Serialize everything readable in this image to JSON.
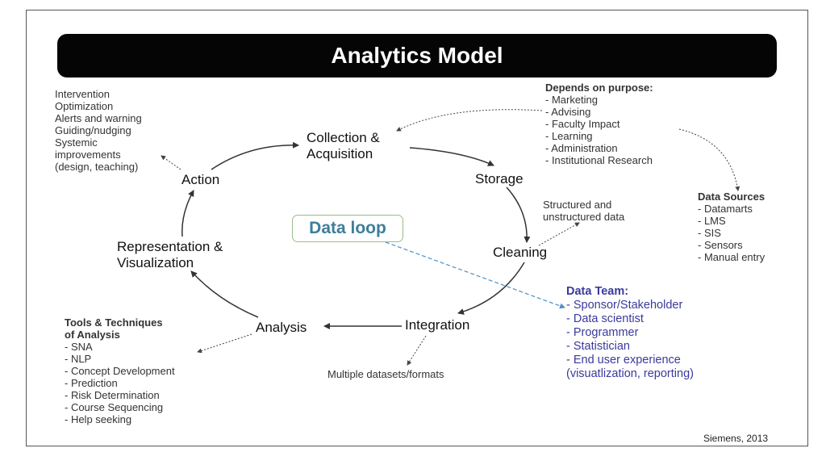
{
  "title": "Analytics Model",
  "cycle": {
    "collection": "Collection &",
    "acquisition": "Acquisition",
    "storage": "Storage",
    "cleaning": "Cleaning",
    "integration": "Integration",
    "analysis": "Analysis",
    "representation": "Representation &",
    "visualization": "Visualization",
    "action": "Action"
  },
  "center_label": "Data loop",
  "action_outcomes": [
    "Intervention",
    "Optimization",
    "Alerts and warning",
    "Guiding/nudging",
    "Systemic",
    "improvements",
    "(design, teaching)"
  ],
  "purpose": {
    "heading": "Depends on purpose:",
    "items": [
      "- Marketing",
      "- Advising",
      "- Faculty Impact",
      "- Learning",
      "- Administration",
      "- Institutional Research"
    ]
  },
  "data_sources": {
    "heading": "Data Sources",
    "items": [
      "- Datamarts",
      "- LMS",
      "- SIS",
      "- Sensors",
      "- Manual entry"
    ]
  },
  "cleaning_note": [
    "Structured and",
    "unstructured data"
  ],
  "integration_note": "Multiple datasets/formats",
  "tools": {
    "heading": [
      "Tools & Techniques",
      "of Analysis"
    ],
    "items": [
      "- SNA",
      "- NLP",
      "- Concept Development",
      "- Prediction",
      "- Risk Determination",
      "- Course Sequencing",
      "- Help seeking"
    ]
  },
  "data_team": {
    "heading": "Data Team:",
    "items": [
      "- Sponsor/Stakeholder",
      "- Data scientist",
      "- Programmer",
      "- Statistician",
      "- End user experience",
      "(visuatlization, reporting)"
    ]
  },
  "credit": "Siemens, 2013",
  "colors": {
    "title_bg": "#050505",
    "team_text": "#3a3a9c",
    "loop_text": "#3d7e9c",
    "loop_border": "#9bbb8a",
    "dashed_link": "#4a90c8"
  }
}
